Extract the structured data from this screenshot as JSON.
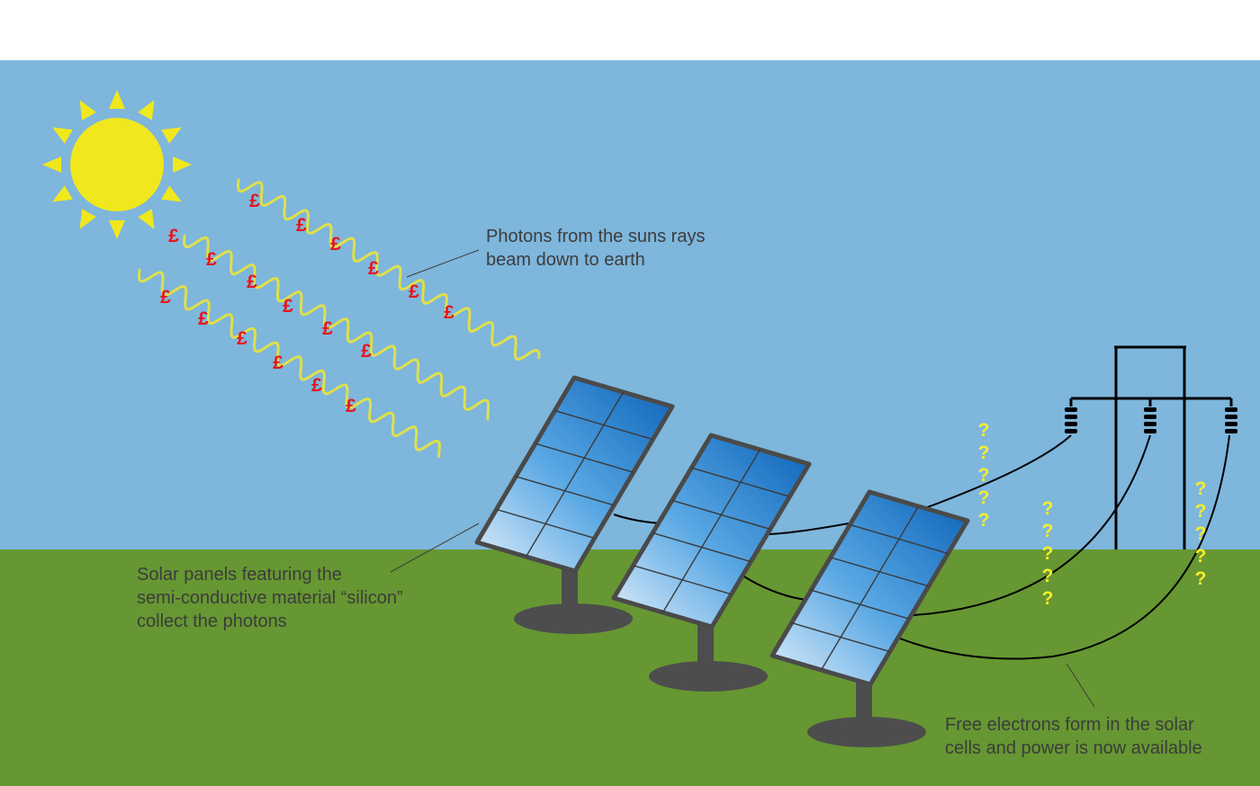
{
  "labels": {
    "photons": [
      "Photons from the suns rays",
      "beam down to earth"
    ],
    "panels": [
      "Solar panels featuring the",
      "semi-conductive material “silicon”",
      "collect the photons"
    ],
    "electrons": [
      "Free electrons form in the solar",
      "cells and power is now available"
    ]
  },
  "symbols": {
    "photon": "£",
    "electron": "?"
  },
  "colors": {
    "sky": "#7eb6dc",
    "ground": "#669732",
    "sun": "#f0e81d",
    "photon_wave": "#dfe04a",
    "photon_symbol": "#e8141b",
    "electron_symbol": "#f4ee2a",
    "panel_frame": "#4a4a4a",
    "panel_blue": "#1f7fd0",
    "stand": "#4d4d4d",
    "wire": "#000000"
  }
}
